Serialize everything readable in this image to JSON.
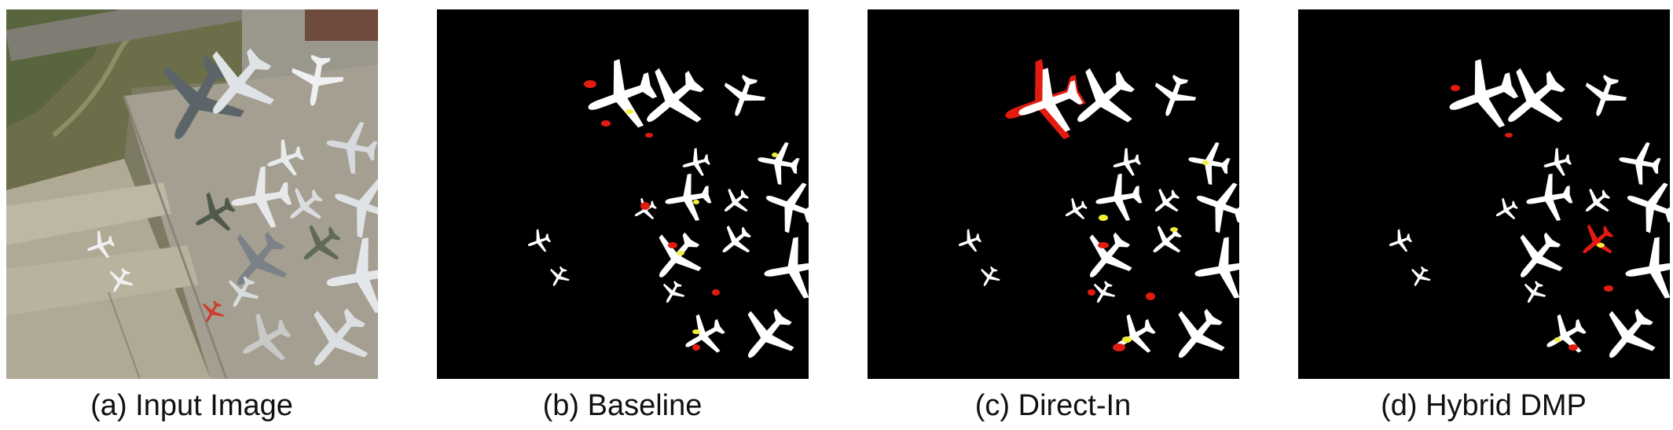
{
  "captions": {
    "input": "(a) Input Image",
    "baseline": "(b) Baseline",
    "direct_in": "(c) Direct-In",
    "hybrid": "(d) Hybrid DMP"
  },
  "colors": {
    "mask_background": "#000000",
    "plane_fill": "#ffffff",
    "false_positive": "#e21b10",
    "false_negative": "#f3ee3a"
  }
}
